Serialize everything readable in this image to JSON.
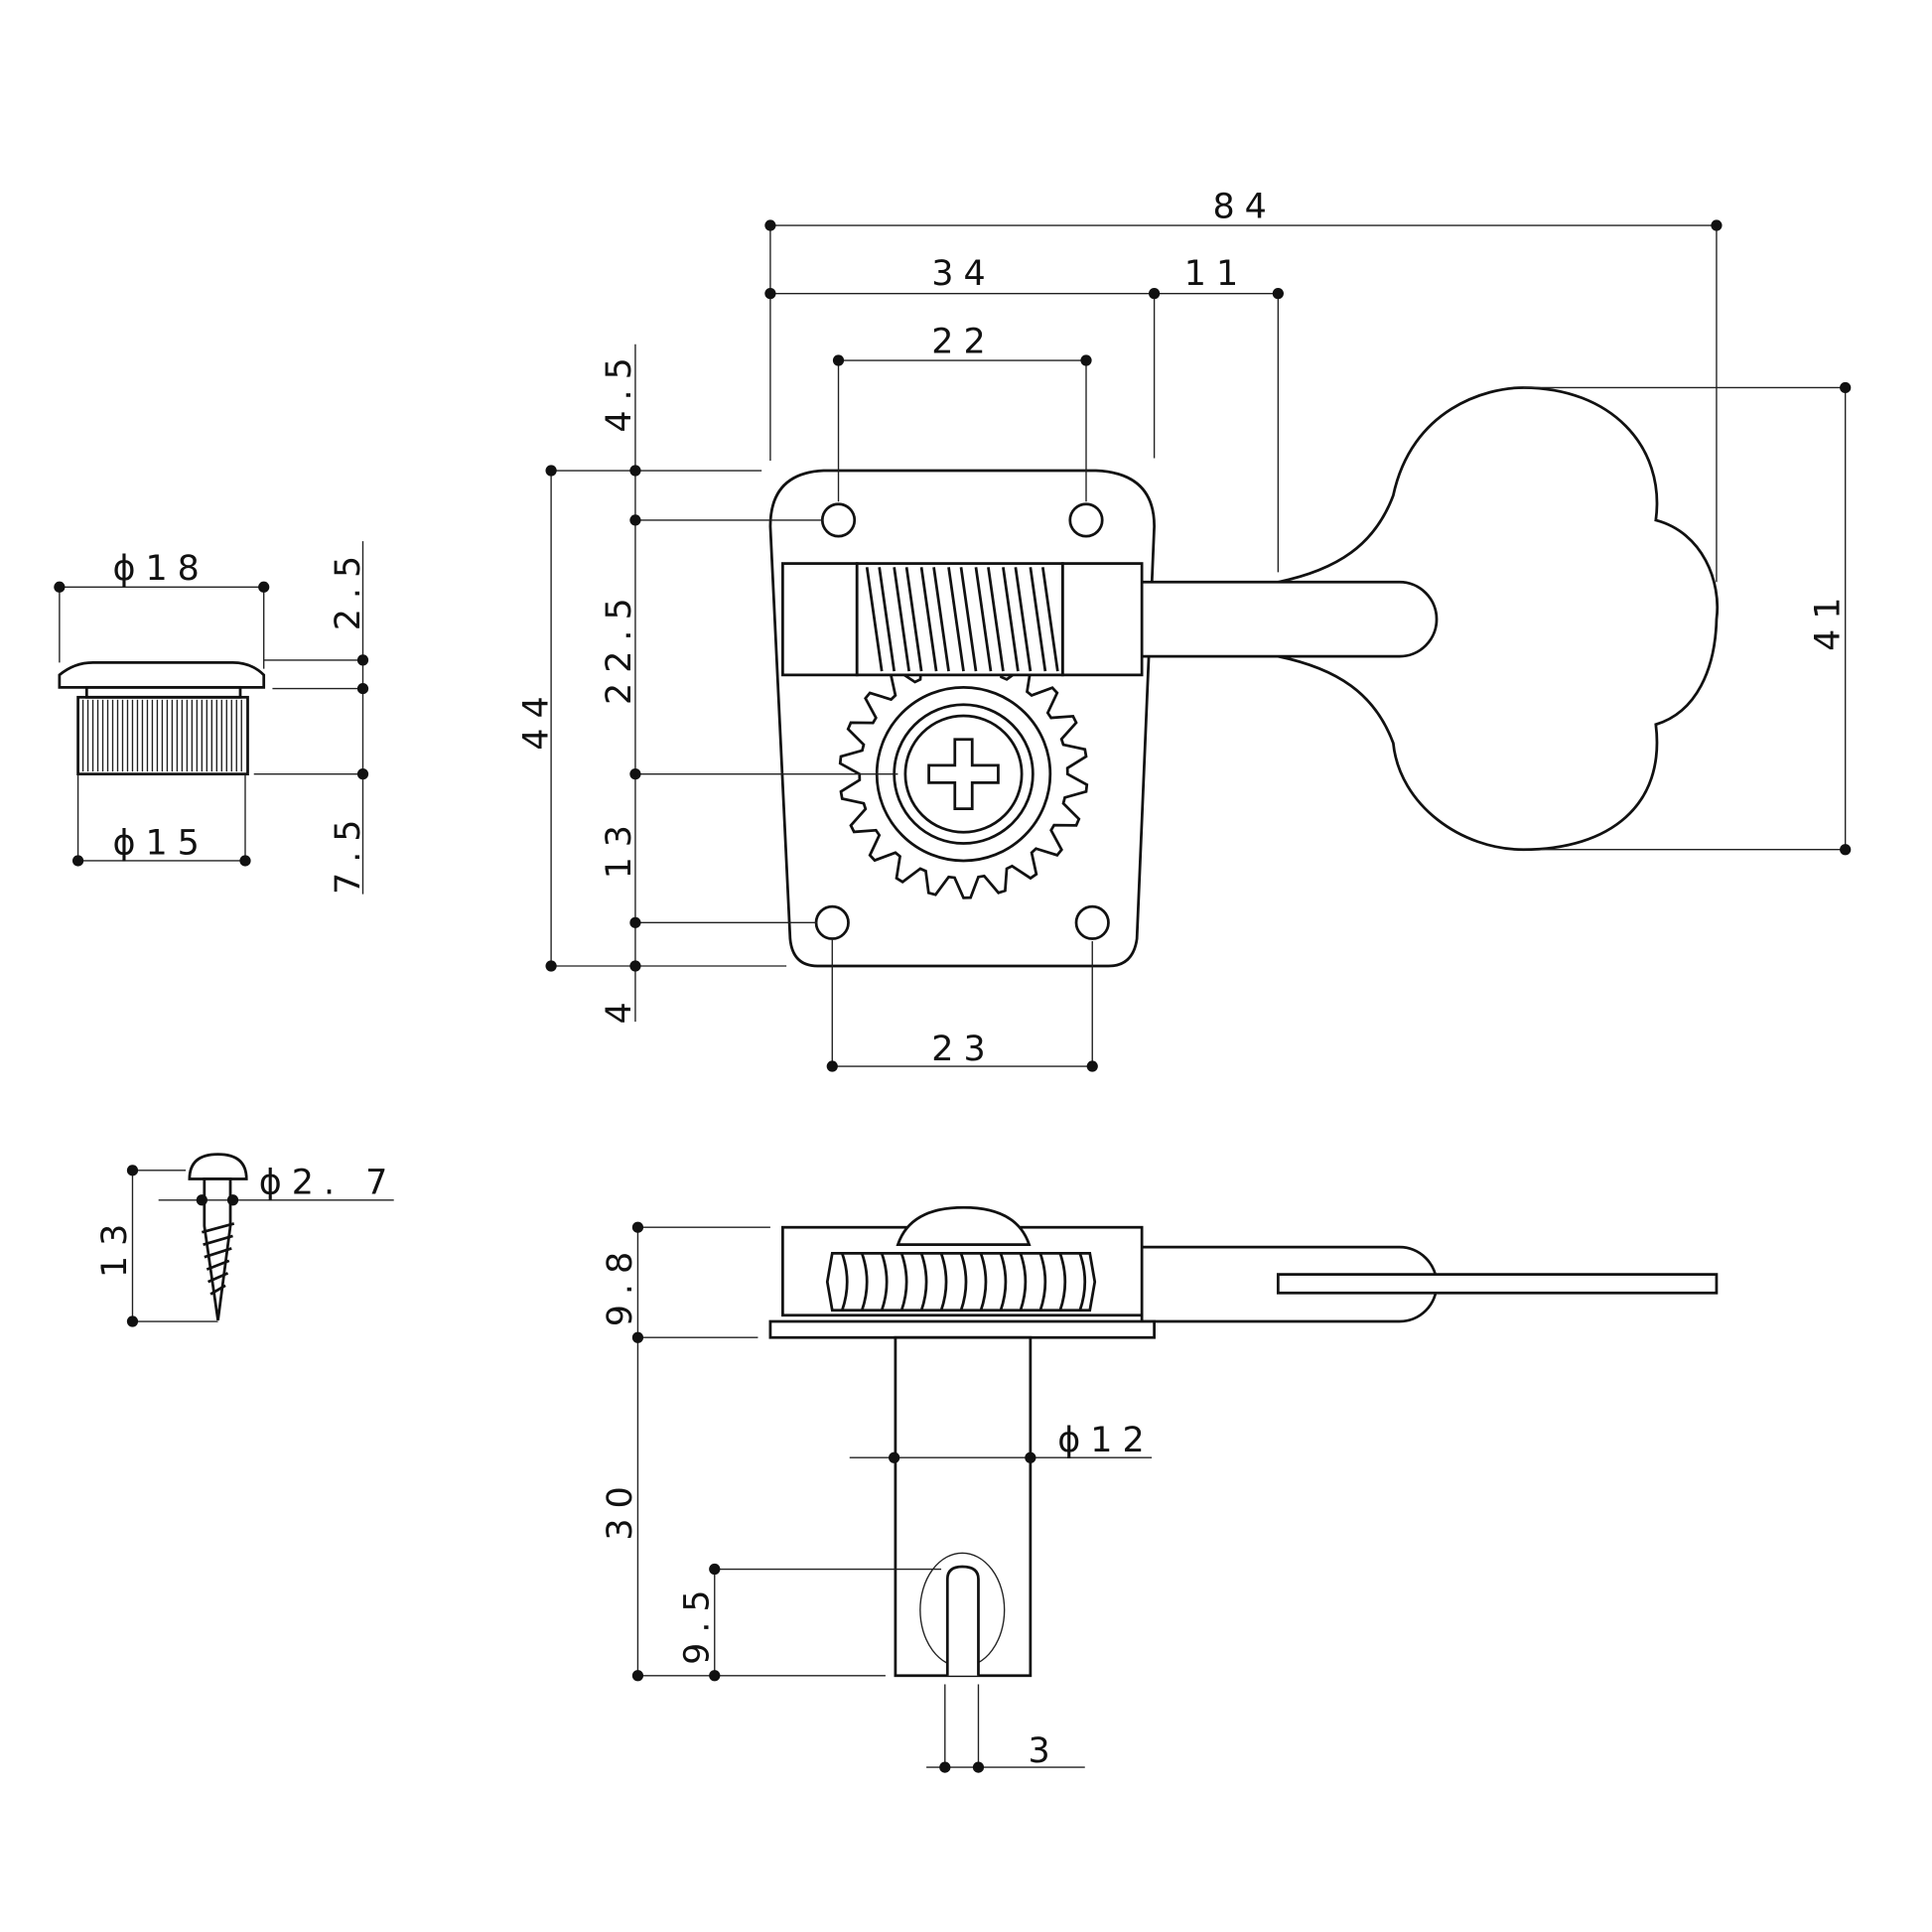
{
  "title": "Bass tuning machine dimension drawing",
  "top_view": {
    "overall_length": "84",
    "post_to_housing": "34",
    "housing_to_key": "11",
    "top_hole_spacing": "22",
    "bottom_hole_spacing": "23",
    "key_height": "41",
    "plate_height": "44",
    "top_margin": "4.5",
    "hole_to_post": "22.5",
    "post_to_hole": "13",
    "bottom_margin": "4"
  },
  "bushing": {
    "flange_diameter": "ϕ18",
    "body_diameter": "ϕ15",
    "flange_height": "2.5",
    "body_height": "7.5"
  },
  "screw": {
    "length": "13",
    "diameter": "ϕ2. 7"
  },
  "side_view": {
    "housing_height": "9.8",
    "post_length": "30",
    "post_diameter": "ϕ12",
    "slot_depth": "9.5",
    "slot_width": "3"
  }
}
